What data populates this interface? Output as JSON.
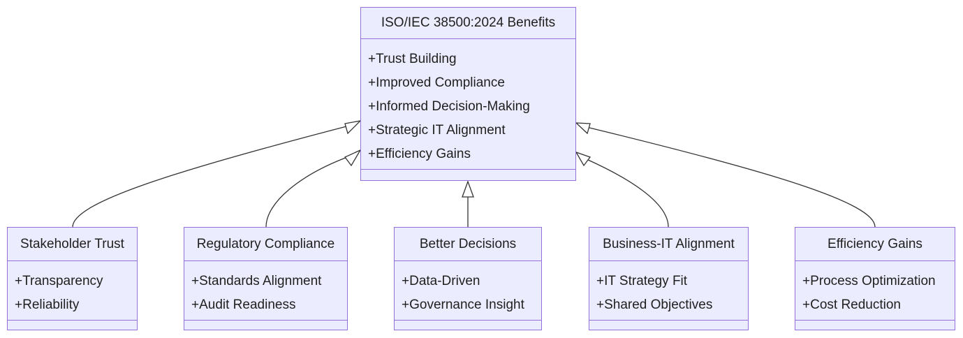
{
  "parent": {
    "title": "ISO/IEC 38500:2024 Benefits",
    "attributes": [
      "+Trust Building",
      "+Improved Compliance",
      "+Informed Decision-Making",
      "+Strategic IT Alignment",
      "+Efficiency Gains"
    ]
  },
  "children": [
    {
      "title": "Stakeholder Trust",
      "attributes": [
        "+Transparency",
        "+Reliability"
      ]
    },
    {
      "title": "Regulatory Compliance",
      "attributes": [
        "+Standards Alignment",
        "+Audit Readiness"
      ]
    },
    {
      "title": "Better Decisions",
      "attributes": [
        "+Data-Driven",
        "+Governance Insight"
      ]
    },
    {
      "title": "Business-IT Alignment",
      "attributes": [
        "+IT Strategy Fit",
        "+Shared Objectives"
      ]
    },
    {
      "title": "Efficiency Gains",
      "attributes": [
        "+Process Optimization",
        "+Cost Reduction"
      ]
    }
  ],
  "colors": {
    "fill": "#ececff",
    "stroke": "#9370db",
    "edge": "#333333"
  }
}
